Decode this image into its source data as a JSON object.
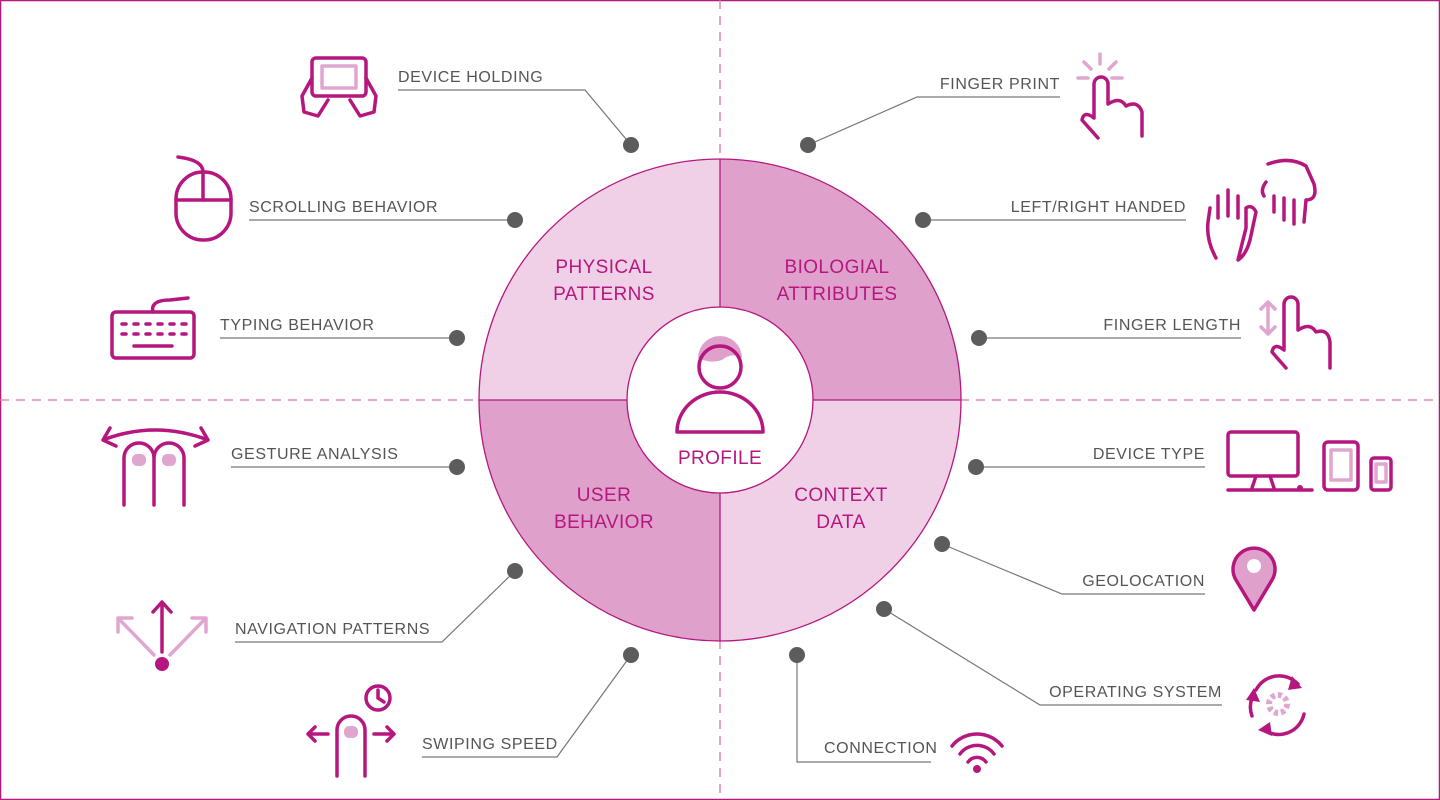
{
  "center": {
    "label": "PROFILE",
    "icon": "user-icon"
  },
  "segments": [
    {
      "line1": "PHYSICAL",
      "line2": "PATTERNS"
    },
    {
      "line1": "BIOLOGIAL",
      "line2": "ATTRIBUTES"
    },
    {
      "line1": "USER",
      "line2": "BEHAVIOR"
    },
    {
      "line1": "CONTEXT",
      "line2": "DATA"
    }
  ],
  "left_items": [
    {
      "label": "DEVICE HOLDING",
      "icon": "tablet-hands-icon"
    },
    {
      "label": "SCROLLING BEHAVIOR",
      "icon": "mouse-icon"
    },
    {
      "label": "TYPING BEHAVIOR",
      "icon": "keyboard-icon"
    },
    {
      "label": "GESTURE ANALYSIS",
      "icon": "two-finger-gesture-icon"
    },
    {
      "label": "NAVIGATION PATTERNS",
      "icon": "navigation-arrows-icon"
    },
    {
      "label": "SWIPING SPEED",
      "icon": "swipe-timer-icon"
    }
  ],
  "right_items": [
    {
      "label": "FINGER PRINT",
      "icon": "finger-tap-icon"
    },
    {
      "label": "LEFT/RIGHT HANDED",
      "icon": "hands-icon"
    },
    {
      "label": "FINGER LENGTH",
      "icon": "finger-length-icon"
    },
    {
      "label": "DEVICE TYPE",
      "icon": "devices-icon"
    },
    {
      "label": "GEOLOCATION",
      "icon": "map-pin-icon"
    },
    {
      "label": "OPERATING SYSTEM",
      "icon": "os-gear-cycle-icon"
    },
    {
      "label": "CONNECTION",
      "icon": "wifi-icon"
    }
  ],
  "colors": {
    "accent": "#b5177f",
    "light": "#f0d0e6",
    "medium": "#dfa1cc",
    "dot": "#5c5c5c"
  }
}
